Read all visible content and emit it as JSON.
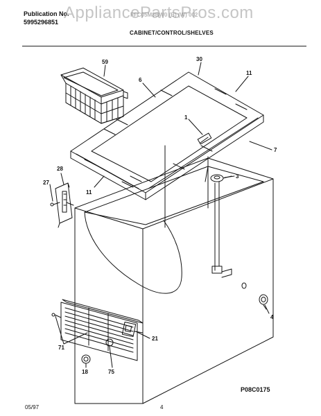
{
  "header": {
    "publication_label": "Publication No.",
    "publication_number": "5995296851",
    "watermark": "AppliancePartsPros.com",
    "model_ghost": "FFC05M3BW0 (B) (W) 002",
    "section_title": "CABINET/CONTROL/SHELVES"
  },
  "callouts": {
    "c59": "59",
    "c30": "30",
    "c6": "6",
    "c11_top": "11",
    "c1": "1",
    "c7": "7",
    "c28": "28",
    "c27": "27",
    "c3": "3",
    "c11_left": "11",
    "c4": "4",
    "c21": "21",
    "c71": "71",
    "c18": "18",
    "c75": "75"
  },
  "footer": {
    "drawing_code": "P08C0175",
    "date": "05/97",
    "page_number": "4"
  },
  "colors": {
    "line": "#111111",
    "watermark": "#969696",
    "paper": "#ffffff"
  },
  "icons": {
    "basket": "wire-basket",
    "lid": "lid-frame",
    "cabinet": "freezer-cabinet",
    "hinge": "hinge-bracket",
    "drain": "drain-plug",
    "grille": "vent-grille",
    "knob": "thermostat-knob"
  }
}
